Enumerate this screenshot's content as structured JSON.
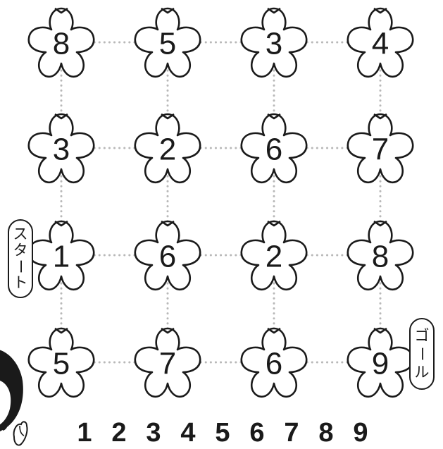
{
  "grid": {
    "rows": [
      [
        "8",
        "5",
        "3",
        "4"
      ],
      [
        "3",
        "2",
        "6",
        "7"
      ],
      [
        "1",
        "6",
        "2",
        "8"
      ],
      [
        "5",
        "7",
        "6",
        "9"
      ]
    ]
  },
  "start_label": "スタート",
  "goal_label": "ゴール",
  "sequence": [
    "1",
    "2",
    "3",
    "4",
    "5",
    "6",
    "7",
    "8",
    "9"
  ],
  "colors": {
    "outline": "#1a1a1a",
    "dots": "#b8b8b8",
    "flower_fill": "#ffffff"
  },
  "icons": [
    "sakura-flower-icon",
    "pointing-hand-icon",
    "character-head-illustration"
  ]
}
